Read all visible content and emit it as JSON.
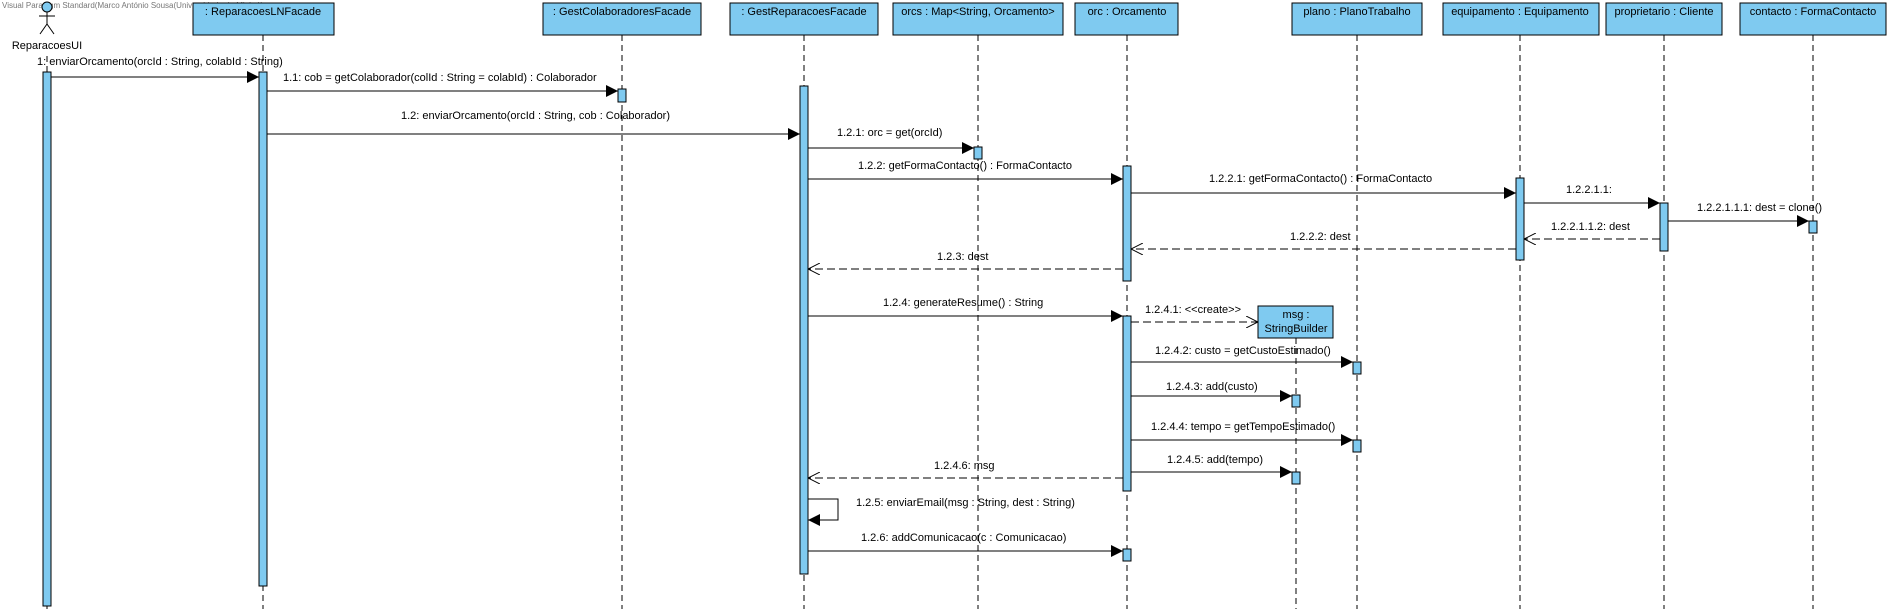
{
  "watermark": "Visual Paradigm Standard(Marco António Sousa(Universidade do Minho))",
  "colors": {
    "fill": "#7FCAF0",
    "stroke": "#000000",
    "line": "#000000"
  },
  "actor": {
    "id": "ui",
    "name": "ReparacoesUI"
  },
  "lifelines": [
    {
      "id": "ui",
      "label": "ReparacoesUI"
    },
    {
      "id": "ln",
      "label": ": ReparacoesLNFacade"
    },
    {
      "id": "gc",
      "label": ": GestColaboradoresFacade"
    },
    {
      "id": "gr",
      "label": ": GestReparacoesFacade"
    },
    {
      "id": "orcs",
      "label": "orcs : Map<String, Orcamento>"
    },
    {
      "id": "orc",
      "label": "orc : Orcamento"
    },
    {
      "id": "plano",
      "label": "plano : PlanoTrabalho"
    },
    {
      "id": "equip",
      "label": "equipamento : Equipamento"
    },
    {
      "id": "prop",
      "label": "proprietario : Cliente"
    },
    {
      "id": "contacto",
      "label": "contacto : FormaContacto"
    }
  ],
  "created_object": {
    "id": "msg",
    "label_line1": "msg :",
    "label_line2": "StringBuilder"
  },
  "messages": [
    {
      "id": "m1",
      "from": "ui",
      "to": "ln",
      "kind": "sync",
      "label": "1: enviarOrcamento(orcId : String, colabId : String)"
    },
    {
      "id": "m11",
      "from": "ln",
      "to": "gc",
      "kind": "sync",
      "label": "1.1: cob =  getColaborador(colId : String = colabId) : Colaborador"
    },
    {
      "id": "m12",
      "from": "ln",
      "to": "gr",
      "kind": "sync",
      "label": "1.2: enviarOrcamento(orcId : String, cob : Colaborador)"
    },
    {
      "id": "m121",
      "from": "gr",
      "to": "orcs",
      "kind": "sync",
      "label": "1.2.1: orc = get(orcId)"
    },
    {
      "id": "m122",
      "from": "gr",
      "to": "orc",
      "kind": "sync",
      "label": "1.2.2: getFormaContacto() : FormaContacto"
    },
    {
      "id": "m1221",
      "from": "orc",
      "to": "equip",
      "kind": "sync",
      "label": "1.2.2.1: getFormaContacto() : FormaContacto"
    },
    {
      "id": "m12211",
      "from": "equip",
      "to": "prop",
      "kind": "sync",
      "label": "1.2.2.1.1:"
    },
    {
      "id": "m122111",
      "from": "prop",
      "to": "contacto",
      "kind": "sync",
      "label": "1.2.2.1.1.1: dest = clone()"
    },
    {
      "id": "m122112",
      "from": "prop",
      "to": "equip",
      "kind": "return",
      "label": "1.2.2.1.1.2: dest"
    },
    {
      "id": "m1222",
      "from": "equip",
      "to": "orc",
      "kind": "return",
      "label": "1.2.2.2: dest"
    },
    {
      "id": "m123",
      "from": "orc",
      "to": "gr",
      "kind": "return",
      "label": "1.2.3: dest"
    },
    {
      "id": "m124",
      "from": "gr",
      "to": "orc",
      "kind": "sync",
      "label": "1.2.4: generateResume() : String"
    },
    {
      "id": "m1241",
      "from": "orc",
      "to": "msg",
      "kind": "create",
      "label": "1.2.4.1: <<create>>"
    },
    {
      "id": "m1242",
      "from": "orc",
      "to": "plano",
      "kind": "sync",
      "label": "1.2.4.2: custo = getCustoEstimado()"
    },
    {
      "id": "m1243",
      "from": "orc",
      "to": "msg",
      "kind": "sync",
      "label": "1.2.4.3: add(custo)"
    },
    {
      "id": "m1244",
      "from": "orc",
      "to": "plano",
      "kind": "sync",
      "label": "1.2.4.4: tempo = getTempoEstimado()"
    },
    {
      "id": "m1245",
      "from": "orc",
      "to": "msg",
      "kind": "sync",
      "label": "1.2.4.5: add(tempo)"
    },
    {
      "id": "m1246",
      "from": "orc",
      "to": "gr",
      "kind": "return",
      "label": "1.2.4.6: msg"
    },
    {
      "id": "m125",
      "from": "gr",
      "to": "gr",
      "kind": "self",
      "label": "1.2.5: enviarEmail(msg : String, dest : String)"
    },
    {
      "id": "m126",
      "from": "gr",
      "to": "orc",
      "kind": "sync",
      "label": "1.2.6: addComunicacao(c : Comunicacao)"
    }
  ]
}
